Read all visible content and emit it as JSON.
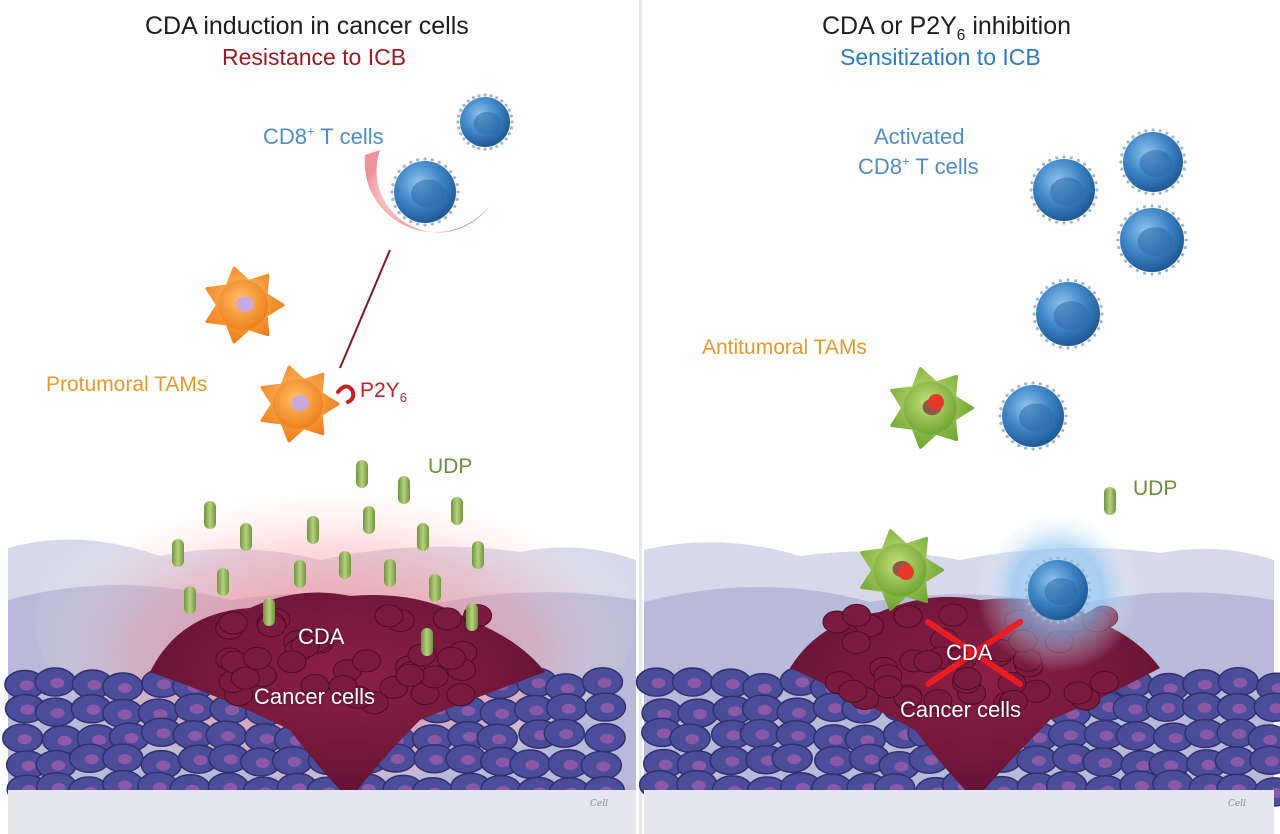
{
  "colors": {
    "cancer_red": "#9b1c22",
    "sensitize_blue": "#2e7bbd",
    "tcell_blue": "#3f86c7",
    "tam_orange": "#f29a2e",
    "tam_green": "#8cc14a",
    "udp_green": "#8fb35a",
    "tissue_purple": "#4b4d9a"
  },
  "left": {
    "title": "CDA induction in cancer cells",
    "subtitle": "Resistance to ICB",
    "tcells_label": "CD8",
    "tcells_sup": "+",
    "tcells_rest": " T cells",
    "tams_label": "Protumoral TAMs",
    "receptor_label": "P2Y",
    "receptor_sub": "6",
    "udp_label": "UDP",
    "cda_label": "CDA",
    "cancer_label": "Cancer cells"
  },
  "right": {
    "title_part1": "CDA or P2Y",
    "title_sub": "6",
    "title_part2": " inhibition",
    "subtitle": "Sensitization to ICB",
    "tcells_line1": "Activated",
    "tcells_line2": "CD8",
    "tcells_sup": "+",
    "tcells_rest": " T cells",
    "tams_label": "Antitumoral TAMs",
    "udp_label": "UDP",
    "cda_label": "CDA",
    "cancer_label": "Cancer cells"
  },
  "signature": "Cell"
}
